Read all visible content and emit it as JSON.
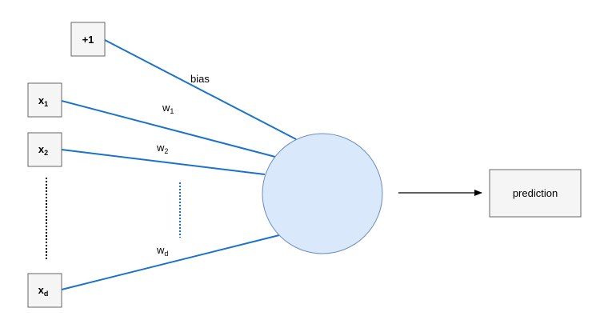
{
  "inputs": {
    "bias": {
      "text": "+1"
    },
    "x1": {
      "base": "x",
      "sub": "1"
    },
    "x2": {
      "base": "x",
      "sub": "2"
    },
    "xd": {
      "base": "x",
      "sub": "d"
    }
  },
  "edges": {
    "bias": {
      "text": "bias"
    },
    "w1": {
      "base": "w",
      "sub": "1"
    },
    "w2": {
      "base": "w",
      "sub": "2"
    },
    "wd": {
      "base": "w",
      "sub": "d"
    }
  },
  "output": {
    "label": "prediction"
  },
  "colors": {
    "edge": "#1a73c9",
    "neuron_fill": "#dae8fc",
    "neuron_stroke": "#6c8ebf",
    "box_fill": "#f5f5f5",
    "box_stroke": "#666666"
  }
}
